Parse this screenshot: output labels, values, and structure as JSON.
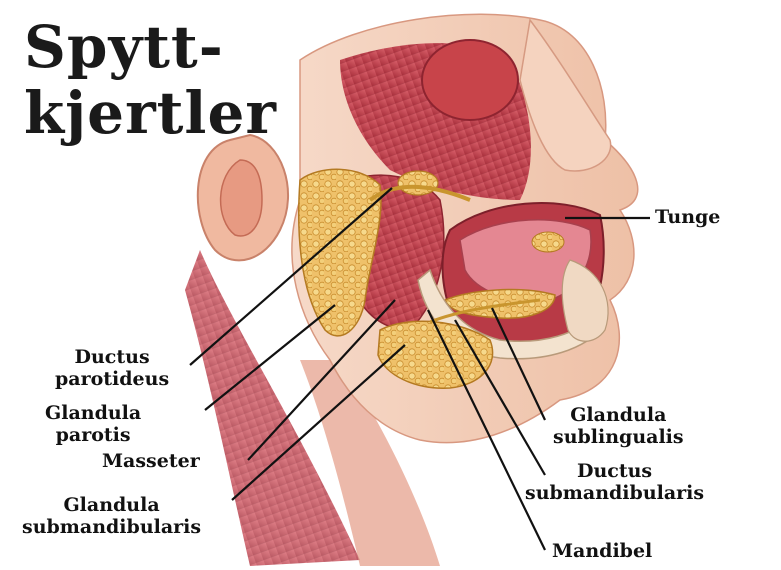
{
  "title": {
    "line1": "Spytt-",
    "line2": "kjertler"
  },
  "labels": {
    "tunge": "Tunge",
    "ductus_parotideus": [
      "Ductus",
      "parotideus"
    ],
    "glandula_parotis": [
      "Glandula",
      "parotis"
    ],
    "masseter": "Masseter",
    "glandula_submandibularis": [
      "Glandula",
      "submandibularis"
    ],
    "glandula_sublingualis": [
      "Glandula",
      "sublingualis"
    ],
    "ductus_submandibularis": [
      "Ductus",
      "submandibularis"
    ],
    "mandibel": "Mandibel"
  },
  "colors": {
    "background": "#ffffff",
    "muscle": "#c8444a",
    "skin": "#f2c7b2",
    "gland": "#e9b457",
    "leader": "#111111"
  }
}
